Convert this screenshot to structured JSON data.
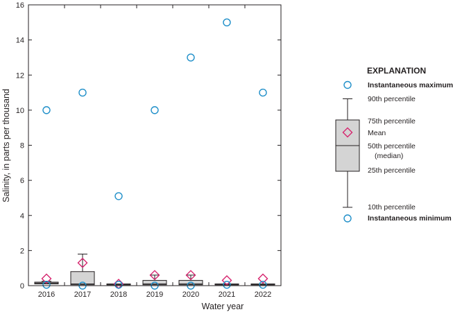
{
  "chart_data": {
    "type": "boxplot",
    "xlabel": "Water year",
    "ylabel": "Salinity, in parts per thousand",
    "ylim": [
      0,
      16
    ],
    "yticks": [
      0,
      2,
      4,
      6,
      8,
      10,
      12,
      14,
      16
    ],
    "grid": false,
    "legend_position": "right",
    "categories": [
      "2016",
      "2017",
      "2018",
      "2019",
      "2020",
      "2021",
      "2022"
    ],
    "boxes": [
      {
        "year": "2016",
        "p10": 0.1,
        "p25": 0.1,
        "median": 0.15,
        "p75": 0.2,
        "p90": 0.25,
        "mean": 0.4,
        "max": 10,
        "min": 0.05
      },
      {
        "year": "2017",
        "p10": 0.05,
        "p25": 0.05,
        "median": 0.1,
        "p75": 0.8,
        "p90": 1.8,
        "mean": 1.3,
        "max": 11,
        "min": 0.0
      },
      {
        "year": "2018",
        "p10": 0.05,
        "p25": 0.05,
        "median": 0.05,
        "p75": 0.1,
        "p90": 0.1,
        "mean": 0.1,
        "max": 5.1,
        "min": 0.05
      },
      {
        "year": "2019",
        "p10": 0.05,
        "p25": 0.05,
        "median": 0.1,
        "p75": 0.3,
        "p90": 0.6,
        "mean": 0.6,
        "max": 10,
        "min": 0.0
      },
      {
        "year": "2020",
        "p10": 0.05,
        "p25": 0.05,
        "median": 0.1,
        "p75": 0.3,
        "p90": 0.6,
        "mean": 0.6,
        "max": 13,
        "min": 0.0
      },
      {
        "year": "2021",
        "p10": 0.05,
        "p25": 0.05,
        "median": 0.05,
        "p75": 0.1,
        "p90": 0.1,
        "mean": 0.3,
        "max": 15,
        "min": 0.05
      },
      {
        "year": "2022",
        "p10": 0.05,
        "p25": 0.05,
        "median": 0.05,
        "p75": 0.1,
        "p90": 0.1,
        "mean": 0.4,
        "max": 11,
        "min": 0.05
      }
    ],
    "colors": {
      "box_fill": "#d4d4d4",
      "box_stroke": "#231f20",
      "max_min_marker": "#1f8fc9",
      "mean_marker": "#d6246e",
      "axis": "#231f20"
    }
  },
  "explanation": {
    "title": "EXPLANATION",
    "max_label": "Instantaneous maximum",
    "p90_label": "90th percentile",
    "p75_label": "75th percentile",
    "mean_label": "Mean",
    "median_label": "50th percentile",
    "median_sub": "(median)",
    "p25_label": "25th percentile",
    "p10_label": "10th percentile",
    "min_label": "Instantaneous minimum"
  }
}
